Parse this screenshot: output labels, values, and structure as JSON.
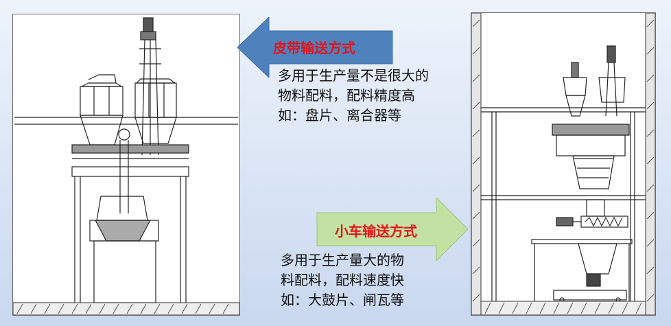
{
  "belt": {
    "title": "皮带输送方式",
    "lines": [
      "多用于生产量不是很大的",
      "物料配料，配料精度高",
      "如：盘片、离合器等"
    ]
  },
  "cart": {
    "title": "小车输送方式",
    "lines": [
      "多用于生产量大的物",
      "料配料，配料速度快",
      "如：大鼓片、闸瓦等"
    ]
  },
  "colors": {
    "belt_arrow": "#4f81bd",
    "cart_arrow": "#c4e1a4",
    "title_text": "#e0151b"
  }
}
